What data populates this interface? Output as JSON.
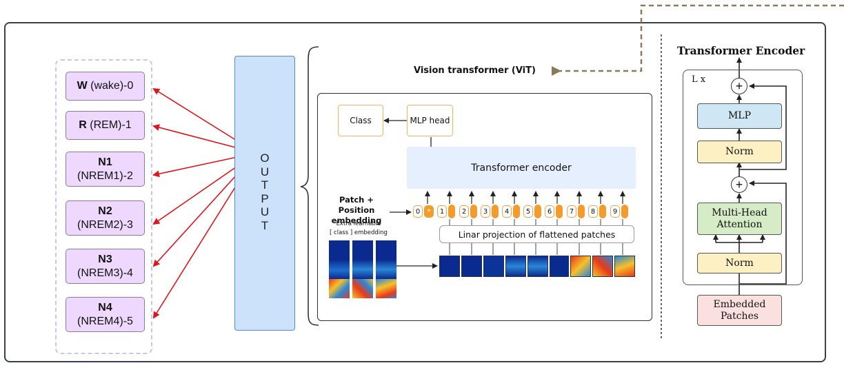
{
  "classes": [
    {
      "bold": "W",
      "rest": " (wake)-0"
    },
    {
      "bold": "R",
      "rest": " (REM)-1"
    },
    {
      "bold": "N1",
      "rest": "(NREM1)-2"
    },
    {
      "bold": "N2",
      "rest": "(NREM2)-3"
    },
    {
      "bold": "N3",
      "rest": "(NREM3)-4"
    },
    {
      "bold": "N4",
      "rest": "(NREM4)-5"
    }
  ],
  "output_letters": [
    "O",
    "U",
    "T",
    "P",
    "U",
    "T"
  ],
  "vit": {
    "title": "Vision transformer (ViT)",
    "class_label": "Class",
    "mlp_head": "MLP head",
    "transformer_encoder": "Transformer encoder",
    "patch_position": "Patch + Position embedding",
    "extra_learnable": "Extra learnable",
    "class_embedding": "[ class ] embedding",
    "linear_projection": "Linar projection of flattened patches",
    "token_indices": [
      "0",
      "*",
      "1",
      "2",
      "3",
      "4",
      "5",
      "6",
      "7",
      "8",
      "9"
    ]
  },
  "encoder": {
    "title": "Transformer Encoder",
    "repeat": "L x",
    "mlp": "MLP",
    "norm": "Norm",
    "attention": "Multi-Head Attention",
    "plus": "+",
    "embedded_patches": "Embedded Patches"
  },
  "colors": {
    "class_fill": "#efd8fd",
    "output_fill": "#cce2fb",
    "arrow_red": "#e0141b",
    "mlp_fill": "#cfe6f5",
    "norm_fill": "#fdf0c2",
    "attention_fill": "#d5ecc7",
    "embedded_fill": "#fbe0e0",
    "orange": "#f5a03a",
    "dashed_link": "#8a7a5a"
  }
}
